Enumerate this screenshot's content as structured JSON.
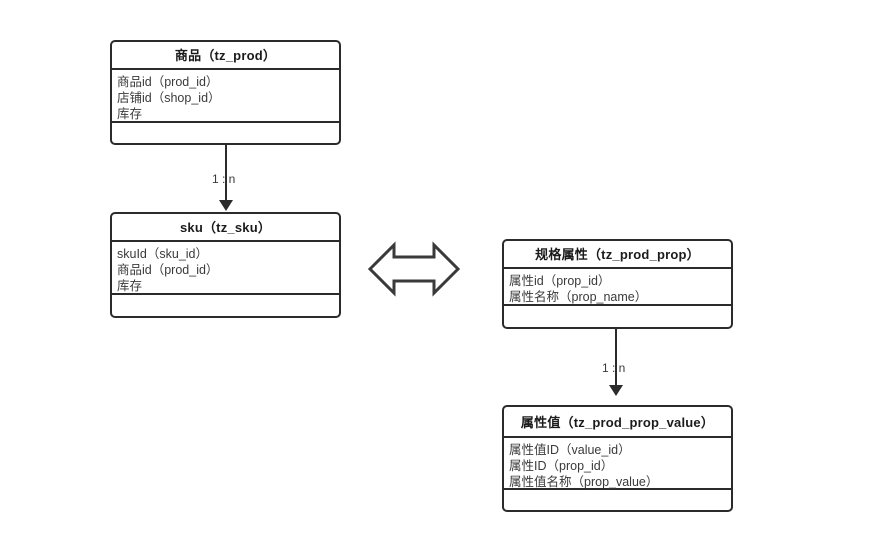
{
  "diagram": {
    "title": "",
    "background_color": "#ffffff",
    "line_color": "#2b2b2b",
    "text_color": "#3a3a3a",
    "entities": [
      {
        "id": "tz_prod",
        "header": "商品（tz_prod）",
        "attributes": [
          "商品id（prod_id）",
          "店铺id（shop_id）",
          "库存"
        ]
      },
      {
        "id": "tz_sku",
        "header": "sku（tz_sku）",
        "attributes": [
          "skuId（sku_id）",
          "商品id（prod_id）",
          "库存"
        ]
      },
      {
        "id": "tz_prod_prop",
        "header": "规格属性（tz_prod_prop）",
        "attributes": [
          "属性id（prop_id）",
          "属性名称（prop_name）"
        ]
      },
      {
        "id": "tz_prod_prop_value",
        "header": "属性值（tz_prod_prop_value）",
        "attributes": [
          "属性值ID（value_id）",
          "属性ID（prop_id）",
          "属性值名称（prop_value）"
        ]
      }
    ],
    "relations": [
      {
        "id": "prod-to-sku",
        "from": "tz_prod",
        "to": "tz_sku",
        "label": "1 : n"
      },
      {
        "id": "prop-to-prop-value",
        "from": "tz_prod_prop",
        "to": "tz_prod_prop_value",
        "label": "1 : n"
      }
    ],
    "double_arrow": {
      "id": "sku-prop-association",
      "icon": "double-headed-arrow-icon",
      "label": ""
    }
  }
}
